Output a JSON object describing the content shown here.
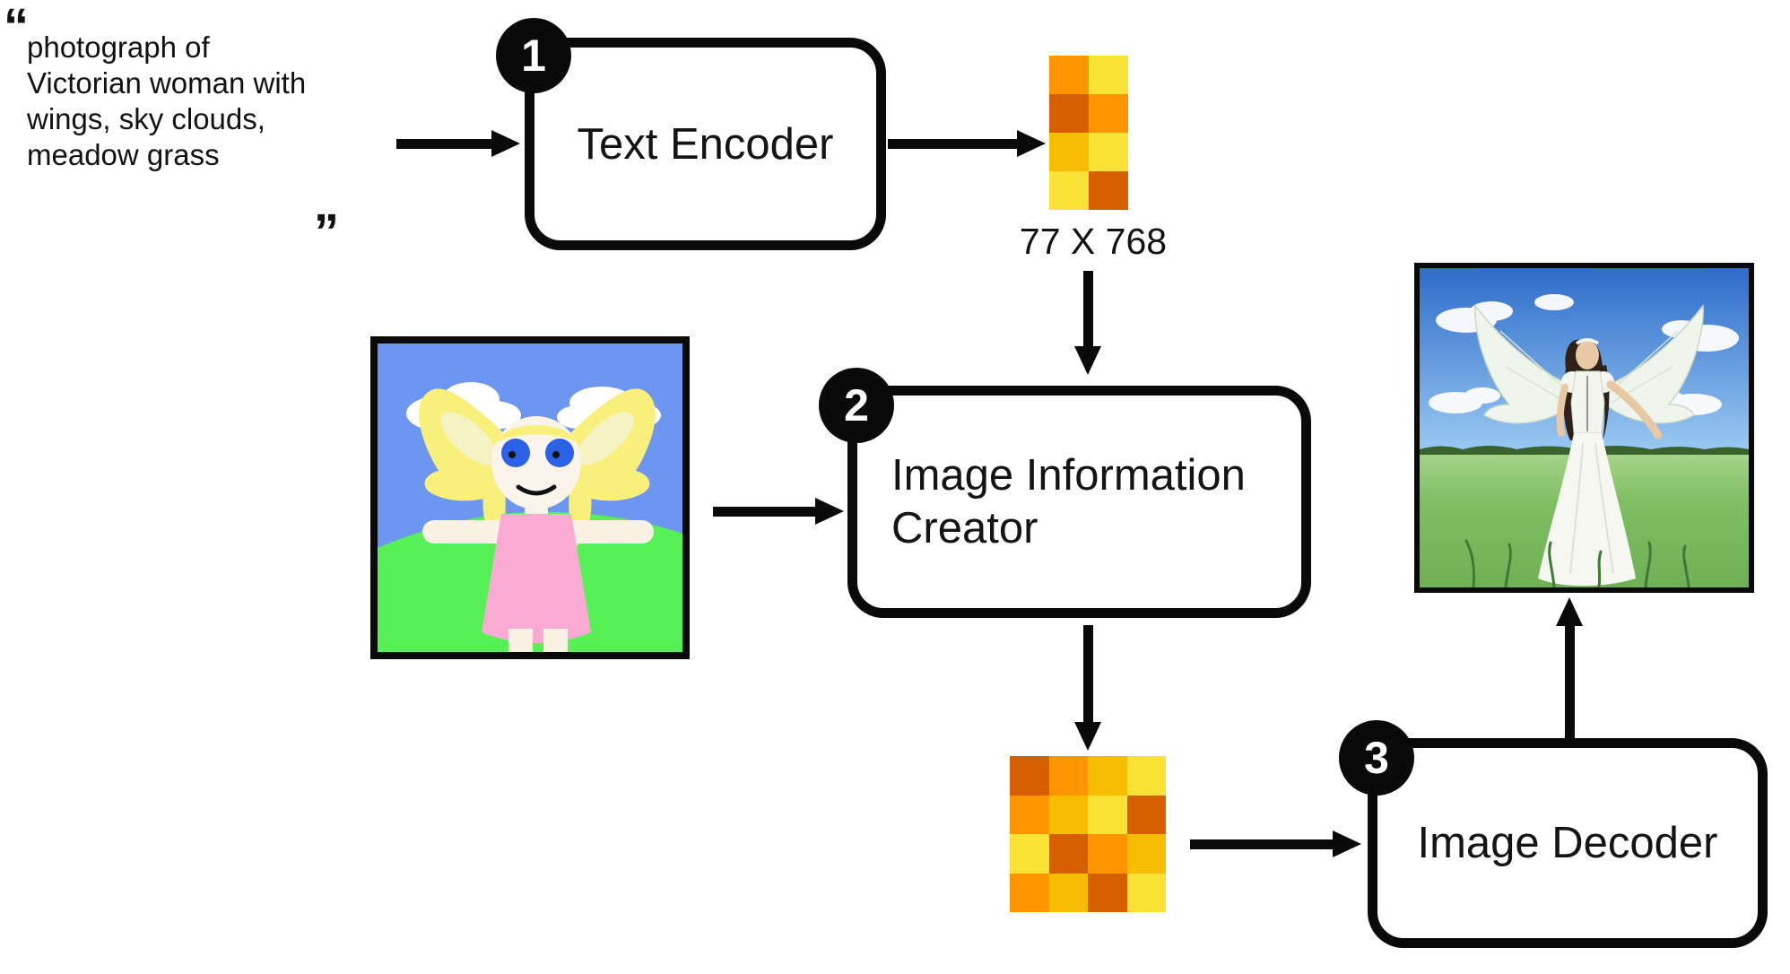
{
  "diagram": {
    "title": "text-to-image pipeline",
    "prompt": {
      "open_quote": "“",
      "close_quote": "„",
      "lines": [
        "photograph of",
        "Victorian woman with",
        "wings, sky clouds,",
        "meadow grass"
      ]
    },
    "nodes": [
      {
        "id": "text-encoder",
        "badge": "1",
        "label": "Text Encoder"
      },
      {
        "id": "image-information-creator",
        "badge": "2",
        "label_line1": "Image Information",
        "label_line2": "Creator"
      },
      {
        "id": "image-decoder",
        "badge": "3",
        "label": "Image Decoder"
      }
    ],
    "token_matrix_label": "77 X 768",
    "images": {
      "input_sketch_alt": "child-style drawing of a girl with yellow butterfly wings, pink dress, green grass and blue sky",
      "output_photo_alt": "photograph of a Victorian woman in a white dress with large white wings standing in meadow grass under a cloudy blue sky"
    }
  },
  "heatmaps": {
    "palette": {
      "orange": "#FF9500",
      "yellow": "#FBE237",
      "dark_orange": "#D65F00",
      "amber": "#F7BD02"
    },
    "tokens": {
      "cells": [
        [
          "orange",
          "yellow"
        ],
        [
          "dark_orange",
          "orange"
        ],
        [
          "amber",
          "yellow"
        ],
        [
          "yellow",
          "dark_orange"
        ]
      ]
    },
    "latents": {
      "cells": [
        [
          "dark_orange",
          "orange",
          "amber",
          "yellow"
        ],
        [
          "orange",
          "amber",
          "yellow",
          "dark_orange"
        ],
        [
          "yellow",
          "dark_orange",
          "orange",
          "amber"
        ],
        [
          "orange",
          "amber",
          "dark_orange",
          "yellow"
        ]
      ]
    }
  },
  "colors": {
    "ink": "#0a0a0a",
    "paper": "#ffffff"
  }
}
